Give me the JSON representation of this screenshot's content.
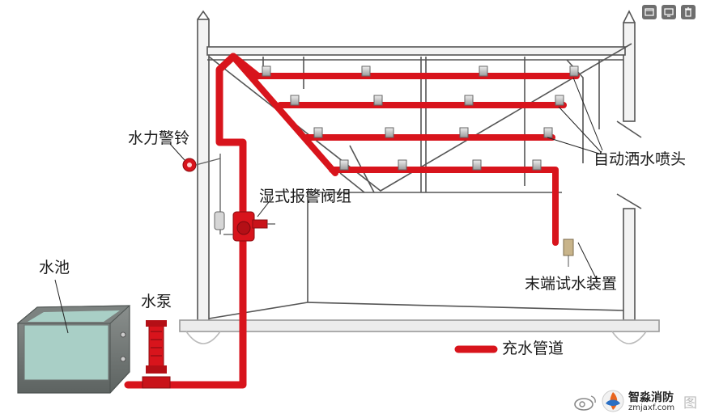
{
  "labels": {
    "alarm_bell": "水力警铃",
    "valve_group": "湿式报警阀组",
    "sprinkler": "自动洒水喷头",
    "test_device": "末端试水装置",
    "pool": "水池",
    "pump": "水泵",
    "legend": "充水管道"
  },
  "watermark": {
    "name": "智淼消防",
    "url": "zmjaxf.com",
    "extra": "图"
  },
  "colors": {
    "pipe": "#d8141c",
    "structure": "#555555",
    "water": "#a9cfc6"
  },
  "toolbar_icons": [
    "window-icon",
    "monitor-icon",
    "trash-icon"
  ]
}
